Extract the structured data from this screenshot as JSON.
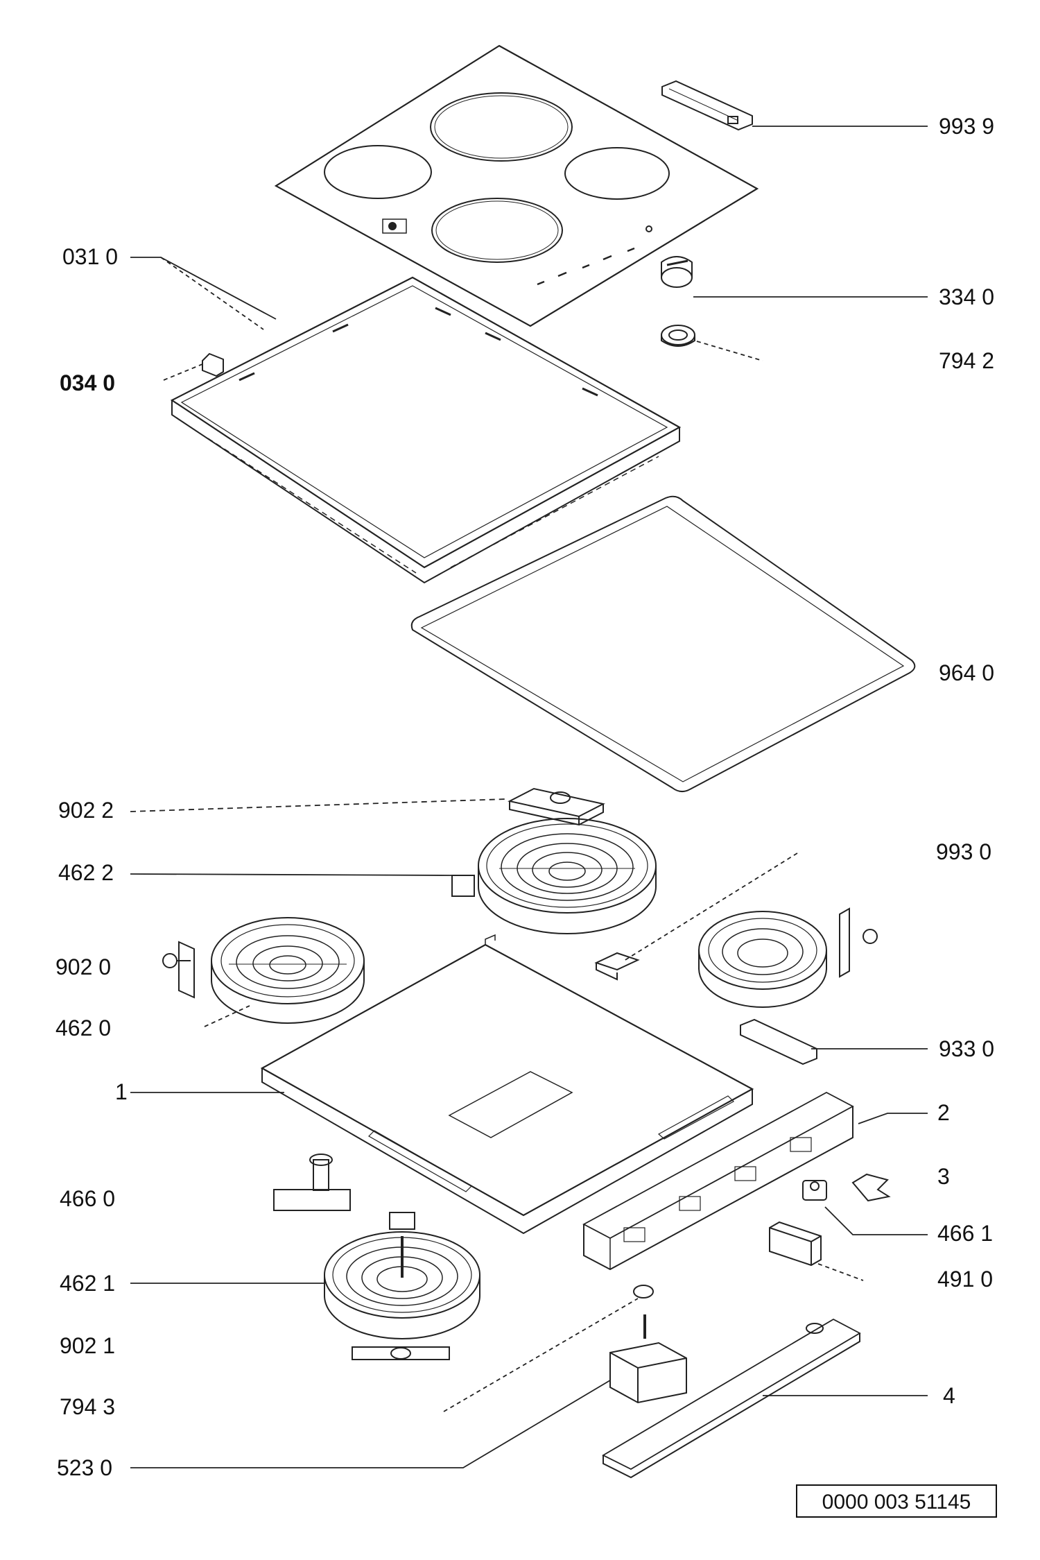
{
  "labels": {
    "p9939": "993 9",
    "p0310": "031 0",
    "p3340": "334 0",
    "p0340": "034 0",
    "p7942": "794 2",
    "p9640": "964 0",
    "p9022": "902 2",
    "p9930": "993 0",
    "p4622": "462 2",
    "p9020": "902 0",
    "p4620": "462 0",
    "p9330": "933 0",
    "p1": "1",
    "p2": "2",
    "p3": "3",
    "p4660": "466 0",
    "p4661": "466 1",
    "p4621": "462 1",
    "p4910": "491 0",
    "p9021": "902 1",
    "p7943": "794 3",
    "p4": "4",
    "p5230": "523 0"
  },
  "document_number": "0000 003 51145"
}
